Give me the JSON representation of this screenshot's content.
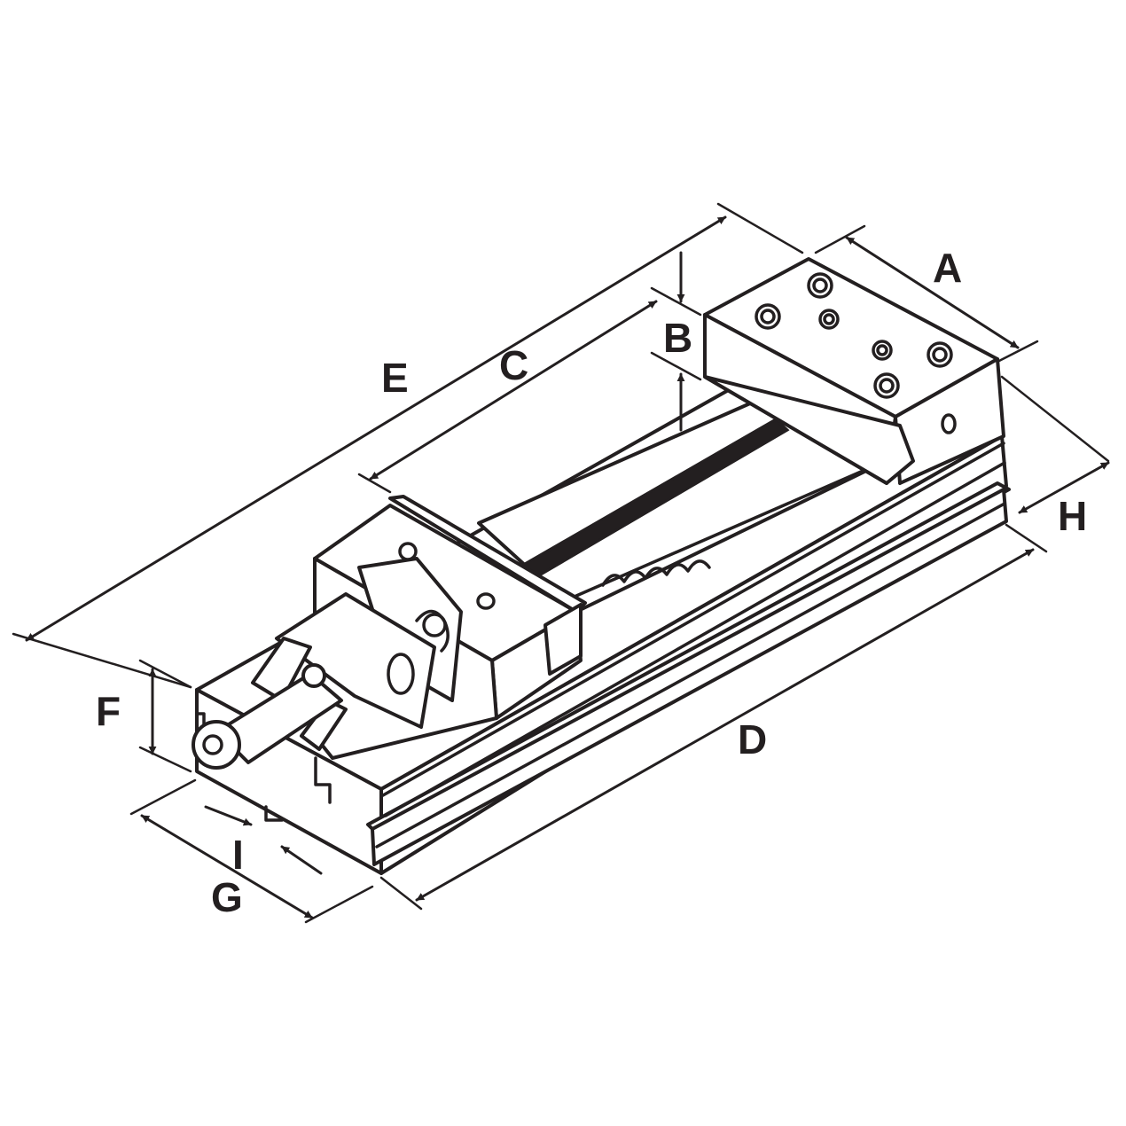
{
  "drawing": {
    "subject": "machine-vise",
    "line_color": "#231f20",
    "background": "#ffffff"
  },
  "labels": {
    "A": "A",
    "B": "B",
    "C": "C",
    "D": "D",
    "E": "E",
    "F": "F",
    "G": "G",
    "H": "H",
    "I": "I"
  }
}
